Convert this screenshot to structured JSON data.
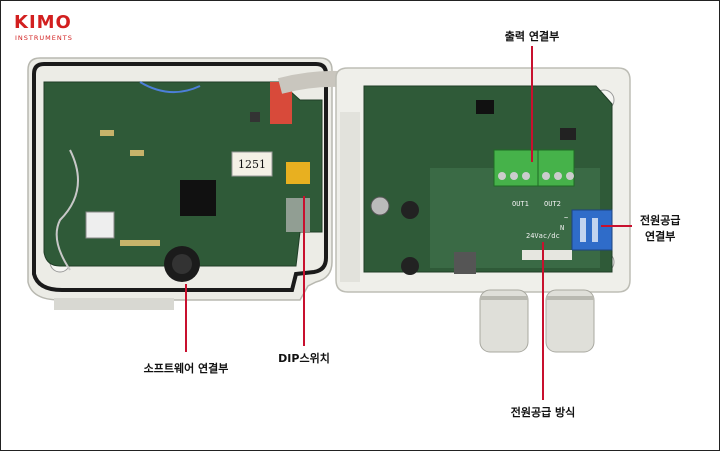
{
  "brand": {
    "name": "KIMO",
    "sub": "INSTRUMENTS",
    "color": "#d21f1f"
  },
  "board_labels": {
    "model": "1251",
    "out1": "OUT1",
    "out2": "OUT2",
    "voltage": "24Vac/dc",
    "neutral": "N",
    "line": "~"
  },
  "callouts": {
    "output_connector": "출력 연결부",
    "power_connector_line1": "전원공급",
    "power_connector_line2": "연결부",
    "software_connector": "소프트웨어 연결부",
    "dip_switch": "DIP스위치",
    "power_supply_mode": "전원공급 방식"
  },
  "colors": {
    "callout_line": "#c8102e",
    "pcb": "#2f5a38",
    "housing": "#eeeeea"
  }
}
